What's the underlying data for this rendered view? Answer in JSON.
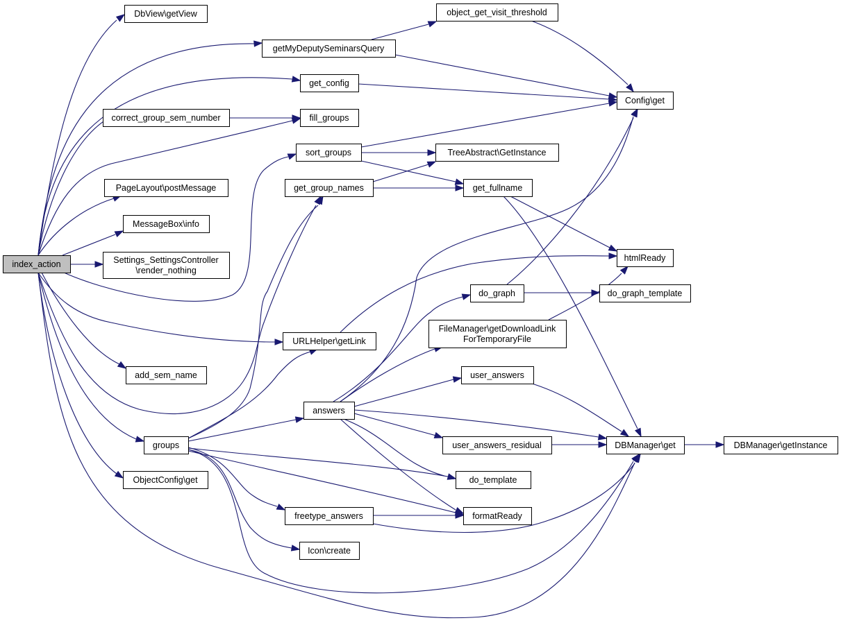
{
  "colors": {
    "edge": "#191970",
    "root_fill": "#bfbfbf",
    "node_fill": "#ffffff",
    "node_border": "#000000"
  },
  "nodes": [
    {
      "id": "index_action",
      "lines": [
        "index_action"
      ],
      "root": true
    },
    {
      "id": "dbview_getview",
      "lines": [
        "DbView\\getView"
      ]
    },
    {
      "id": "getmydeputy",
      "lines": [
        "getMyDeputySeminarsQuery"
      ]
    },
    {
      "id": "get_config",
      "lines": [
        "get_config"
      ]
    },
    {
      "id": "correct_group",
      "lines": [
        "correct_group_sem_number"
      ]
    },
    {
      "id": "fill_groups",
      "lines": [
        "fill_groups"
      ]
    },
    {
      "id": "sort_groups",
      "lines": [
        "sort_groups"
      ]
    },
    {
      "id": "pagelayout",
      "lines": [
        "PageLayout\\postMessage"
      ]
    },
    {
      "id": "get_group_names",
      "lines": [
        "get_group_names"
      ]
    },
    {
      "id": "messagebox",
      "lines": [
        "MessageBox\\info"
      ]
    },
    {
      "id": "settings",
      "lines": [
        "Settings_SettingsController",
        "\\render_nothing"
      ]
    },
    {
      "id": "urlhelper",
      "lines": [
        "URLHelper\\getLink"
      ]
    },
    {
      "id": "add_sem_name",
      "lines": [
        "add_sem_name"
      ]
    },
    {
      "id": "groups",
      "lines": [
        "groups"
      ]
    },
    {
      "id": "objectconfig",
      "lines": [
        "ObjectConfig\\get"
      ]
    },
    {
      "id": "object_get_visit",
      "lines": [
        "object_get_visit_threshold"
      ]
    },
    {
      "id": "config_get",
      "lines": [
        "Config\\get"
      ]
    },
    {
      "id": "treeabstract",
      "lines": [
        "TreeAbstract\\GetInstance"
      ]
    },
    {
      "id": "get_fullname",
      "lines": [
        "get_fullname"
      ]
    },
    {
      "id": "htmlready",
      "lines": [
        "htmlReady"
      ]
    },
    {
      "id": "do_graph",
      "lines": [
        "do_graph"
      ]
    },
    {
      "id": "do_graph_template",
      "lines": [
        "do_graph_template"
      ]
    },
    {
      "id": "filemanager",
      "lines": [
        "FileManager\\getDownloadLink",
        "ForTemporaryFile"
      ]
    },
    {
      "id": "answers",
      "lines": [
        "answers"
      ]
    },
    {
      "id": "user_answers",
      "lines": [
        "user_answers"
      ]
    },
    {
      "id": "user_answers_residual",
      "lines": [
        "user_answers_residual"
      ]
    },
    {
      "id": "dbmanager_get",
      "lines": [
        "DBManager\\get"
      ]
    },
    {
      "id": "dbmanager_getinstance",
      "lines": [
        "DBManager\\getInstance"
      ]
    },
    {
      "id": "do_template",
      "lines": [
        "do_template"
      ]
    },
    {
      "id": "freetype_answers",
      "lines": [
        "freetype_answers"
      ]
    },
    {
      "id": "formatready",
      "lines": [
        "formatReady"
      ]
    },
    {
      "id": "icon_create",
      "lines": [
        "Icon\\create"
      ]
    }
  ],
  "edges": [
    {
      "from": "index_action",
      "to": "dbview_getview"
    },
    {
      "from": "index_action",
      "to": "getmydeputy"
    },
    {
      "from": "index_action",
      "to": "get_config"
    },
    {
      "from": "index_action",
      "to": "correct_group"
    },
    {
      "from": "index_action",
      "to": "fill_groups"
    },
    {
      "from": "index_action",
      "to": "sort_groups"
    },
    {
      "from": "index_action",
      "to": "pagelayout"
    },
    {
      "from": "index_action",
      "to": "get_group_names"
    },
    {
      "from": "index_action",
      "to": "messagebox"
    },
    {
      "from": "index_action",
      "to": "settings"
    },
    {
      "from": "index_action",
      "to": "urlhelper"
    },
    {
      "from": "index_action",
      "to": "add_sem_name"
    },
    {
      "from": "index_action",
      "to": "groups"
    },
    {
      "from": "index_action",
      "to": "objectconfig"
    },
    {
      "from": "index_action",
      "to": "dbmanager_get"
    },
    {
      "from": "getmydeputy",
      "to": "object_get_visit"
    },
    {
      "from": "getmydeputy",
      "to": "config_get"
    },
    {
      "from": "object_get_visit",
      "to": "config_get"
    },
    {
      "from": "get_config",
      "to": "config_get"
    },
    {
      "from": "correct_group",
      "to": "fill_groups"
    },
    {
      "from": "sort_groups",
      "to": "config_get"
    },
    {
      "from": "sort_groups",
      "to": "treeabstract"
    },
    {
      "from": "sort_groups",
      "to": "get_fullname"
    },
    {
      "from": "get_group_names",
      "to": "treeabstract"
    },
    {
      "from": "get_group_names",
      "to": "get_fullname"
    },
    {
      "from": "get_fullname",
      "to": "htmlready"
    },
    {
      "from": "get_fullname",
      "to": "dbmanager_get"
    },
    {
      "from": "urlhelper",
      "to": "htmlready"
    },
    {
      "from": "do_graph",
      "to": "config_get"
    },
    {
      "from": "do_graph",
      "to": "do_graph_template"
    },
    {
      "from": "filemanager",
      "to": "htmlready"
    },
    {
      "from": "groups",
      "to": "answers"
    },
    {
      "from": "groups",
      "to": "urlhelper"
    },
    {
      "from": "groups",
      "to": "sort_groups"
    },
    {
      "from": "groups",
      "to": "do_template"
    },
    {
      "from": "groups",
      "to": "formatready"
    },
    {
      "from": "groups",
      "to": "freetype_answers"
    },
    {
      "from": "groups",
      "to": "icon_create"
    },
    {
      "from": "groups",
      "to": "dbmanager_get"
    },
    {
      "from": "answers",
      "to": "config_get"
    },
    {
      "from": "answers",
      "to": "do_graph"
    },
    {
      "from": "answers",
      "to": "filemanager"
    },
    {
      "from": "answers",
      "to": "user_answers"
    },
    {
      "from": "answers",
      "to": "user_answers_residual"
    },
    {
      "from": "answers",
      "to": "dbmanager_get"
    },
    {
      "from": "answers",
      "to": "do_template"
    },
    {
      "from": "answers",
      "to": "formatready"
    },
    {
      "from": "user_answers",
      "to": "dbmanager_get"
    },
    {
      "from": "user_answers_residual",
      "to": "dbmanager_get"
    },
    {
      "from": "freetype_answers",
      "to": "formatready"
    },
    {
      "from": "freetype_answers",
      "to": "dbmanager_get"
    },
    {
      "from": "dbmanager_get",
      "to": "dbmanager_getinstance"
    }
  ]
}
